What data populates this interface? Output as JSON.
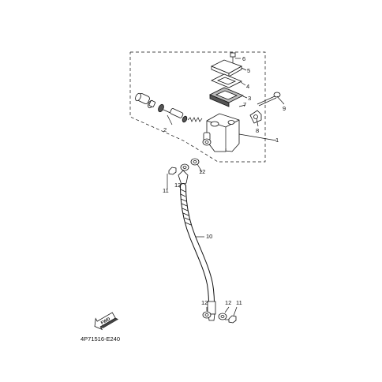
{
  "callouts": {
    "c1": "1",
    "c2": "2",
    "c3": "3",
    "c4": "4",
    "c5": "5",
    "c6": "6",
    "c7": "7",
    "c8": "8",
    "c9": "9",
    "c10": "10",
    "c11a": "11",
    "c12a": "12",
    "c12b": "12",
    "c12c": "12",
    "c12d": "12",
    "c11b": "11"
  },
  "fwd_label": "FWD",
  "diagram_code": "4P71516-E240"
}
